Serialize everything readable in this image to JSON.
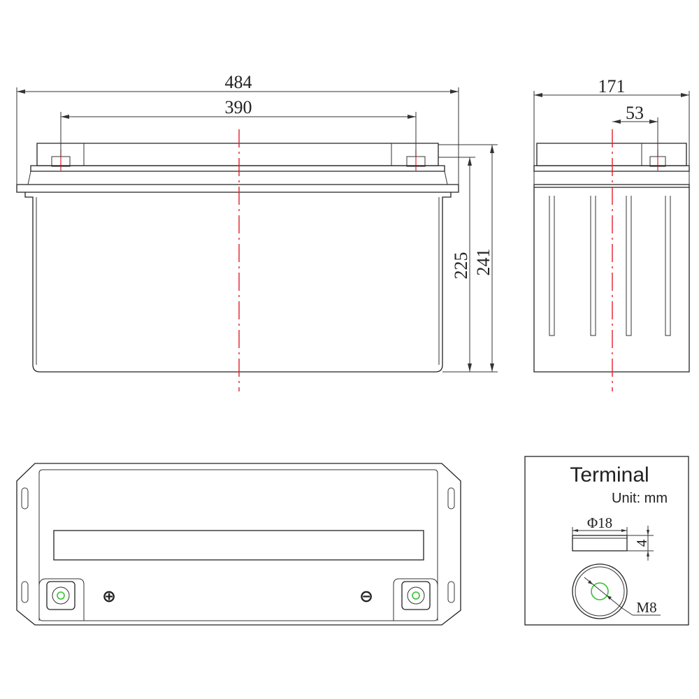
{
  "dimensions": {
    "overall_length": "484",
    "terminal_spacing": "390",
    "container_height": "225",
    "total_height": "241",
    "width": "171",
    "terminal_offset": "53"
  },
  "terminal_detail": {
    "title": "Terminal",
    "unit": "Unit: mm",
    "diameter": "Φ18",
    "thickness": "4",
    "thread": "M8"
  },
  "polarity": {
    "positive": "⊕",
    "negative": "⊖"
  },
  "colors": {
    "centerline": "#e0202a",
    "terminal_bolt": "#35c230",
    "outline": "#222222"
  }
}
